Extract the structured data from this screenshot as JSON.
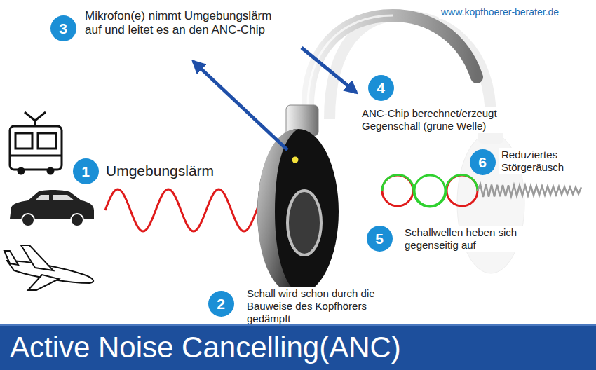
{
  "diagram": {
    "title": "Active Noise Cancelling(ANC)",
    "nodes": [
      {
        "text": [
          "3"
        ]
      },
      {
        "text": [
          "4"
        ]
      },
      {
        "text": [
          "1"
        ]
      },
      {
        "text": [
          "6"
        ]
      },
      {
        "text": [
          "5"
        ]
      },
      {
        "text": [
          "2"
        ]
      }
    ],
    "labels": [
      "www.kopfhoerer-berater.de",
      "Mikrofon(e) nimmt Umgebungslärm auf und leitet es an den ANC-Chip",
      "ANC-Chip berechnet/erzeugt Gegenschall (grüne Welle)",
      "Umgebungslärm",
      "Reduziertes Störgeräusch",
      "Schallwellen heben sich gegenseitig auf",
      "Schall wird schon durch die Bauweise des Kopfhörers gedämpft"
    ]
  }
}
